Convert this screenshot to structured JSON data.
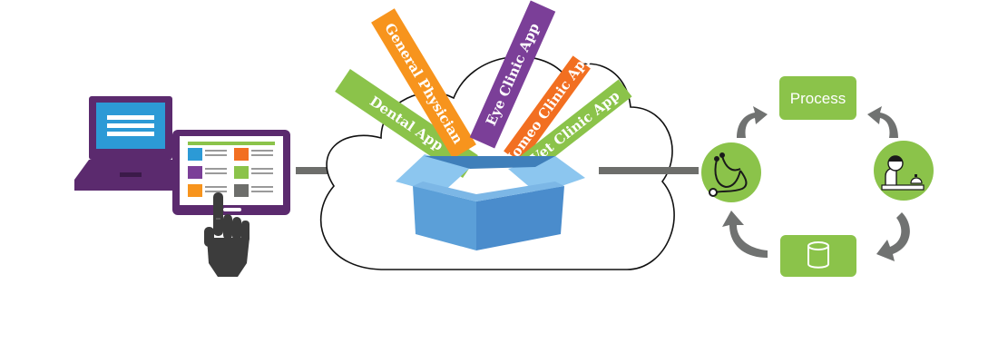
{
  "colors": {
    "green": "#8bc34a",
    "orange": "#f7941d",
    "orange_dark": "#f26f21",
    "purple": "#7b3f98",
    "purple_dark": "#5b2a6e",
    "connector": "#6d6e6b",
    "arrow": "#707271",
    "box_blue": "#6aaee0",
    "screen_blue": "#2c9ad6",
    "hand": "#3c3c3c"
  },
  "apps": [
    {
      "label": "Dental App",
      "color": "#8bc34a"
    },
    {
      "label": "General Physician",
      "color": "#f7941d"
    },
    {
      "label": "Eye Clinic App",
      "color": "#7b3f98"
    },
    {
      "label": "Homeo Clinic App",
      "color": "#f26f21"
    },
    {
      "label": "Vet Clinic App",
      "color": "#8bc34a"
    }
  ],
  "cycle": {
    "process_label": "Process",
    "nodes": [
      "stethoscope-icon",
      "receptionist-icon",
      "database-icon"
    ]
  },
  "icons": [
    "laptop-icon",
    "tablet-icon",
    "hand-pointer-icon",
    "cloud-icon",
    "open-box-icon",
    "curved-arrow-icon"
  ]
}
